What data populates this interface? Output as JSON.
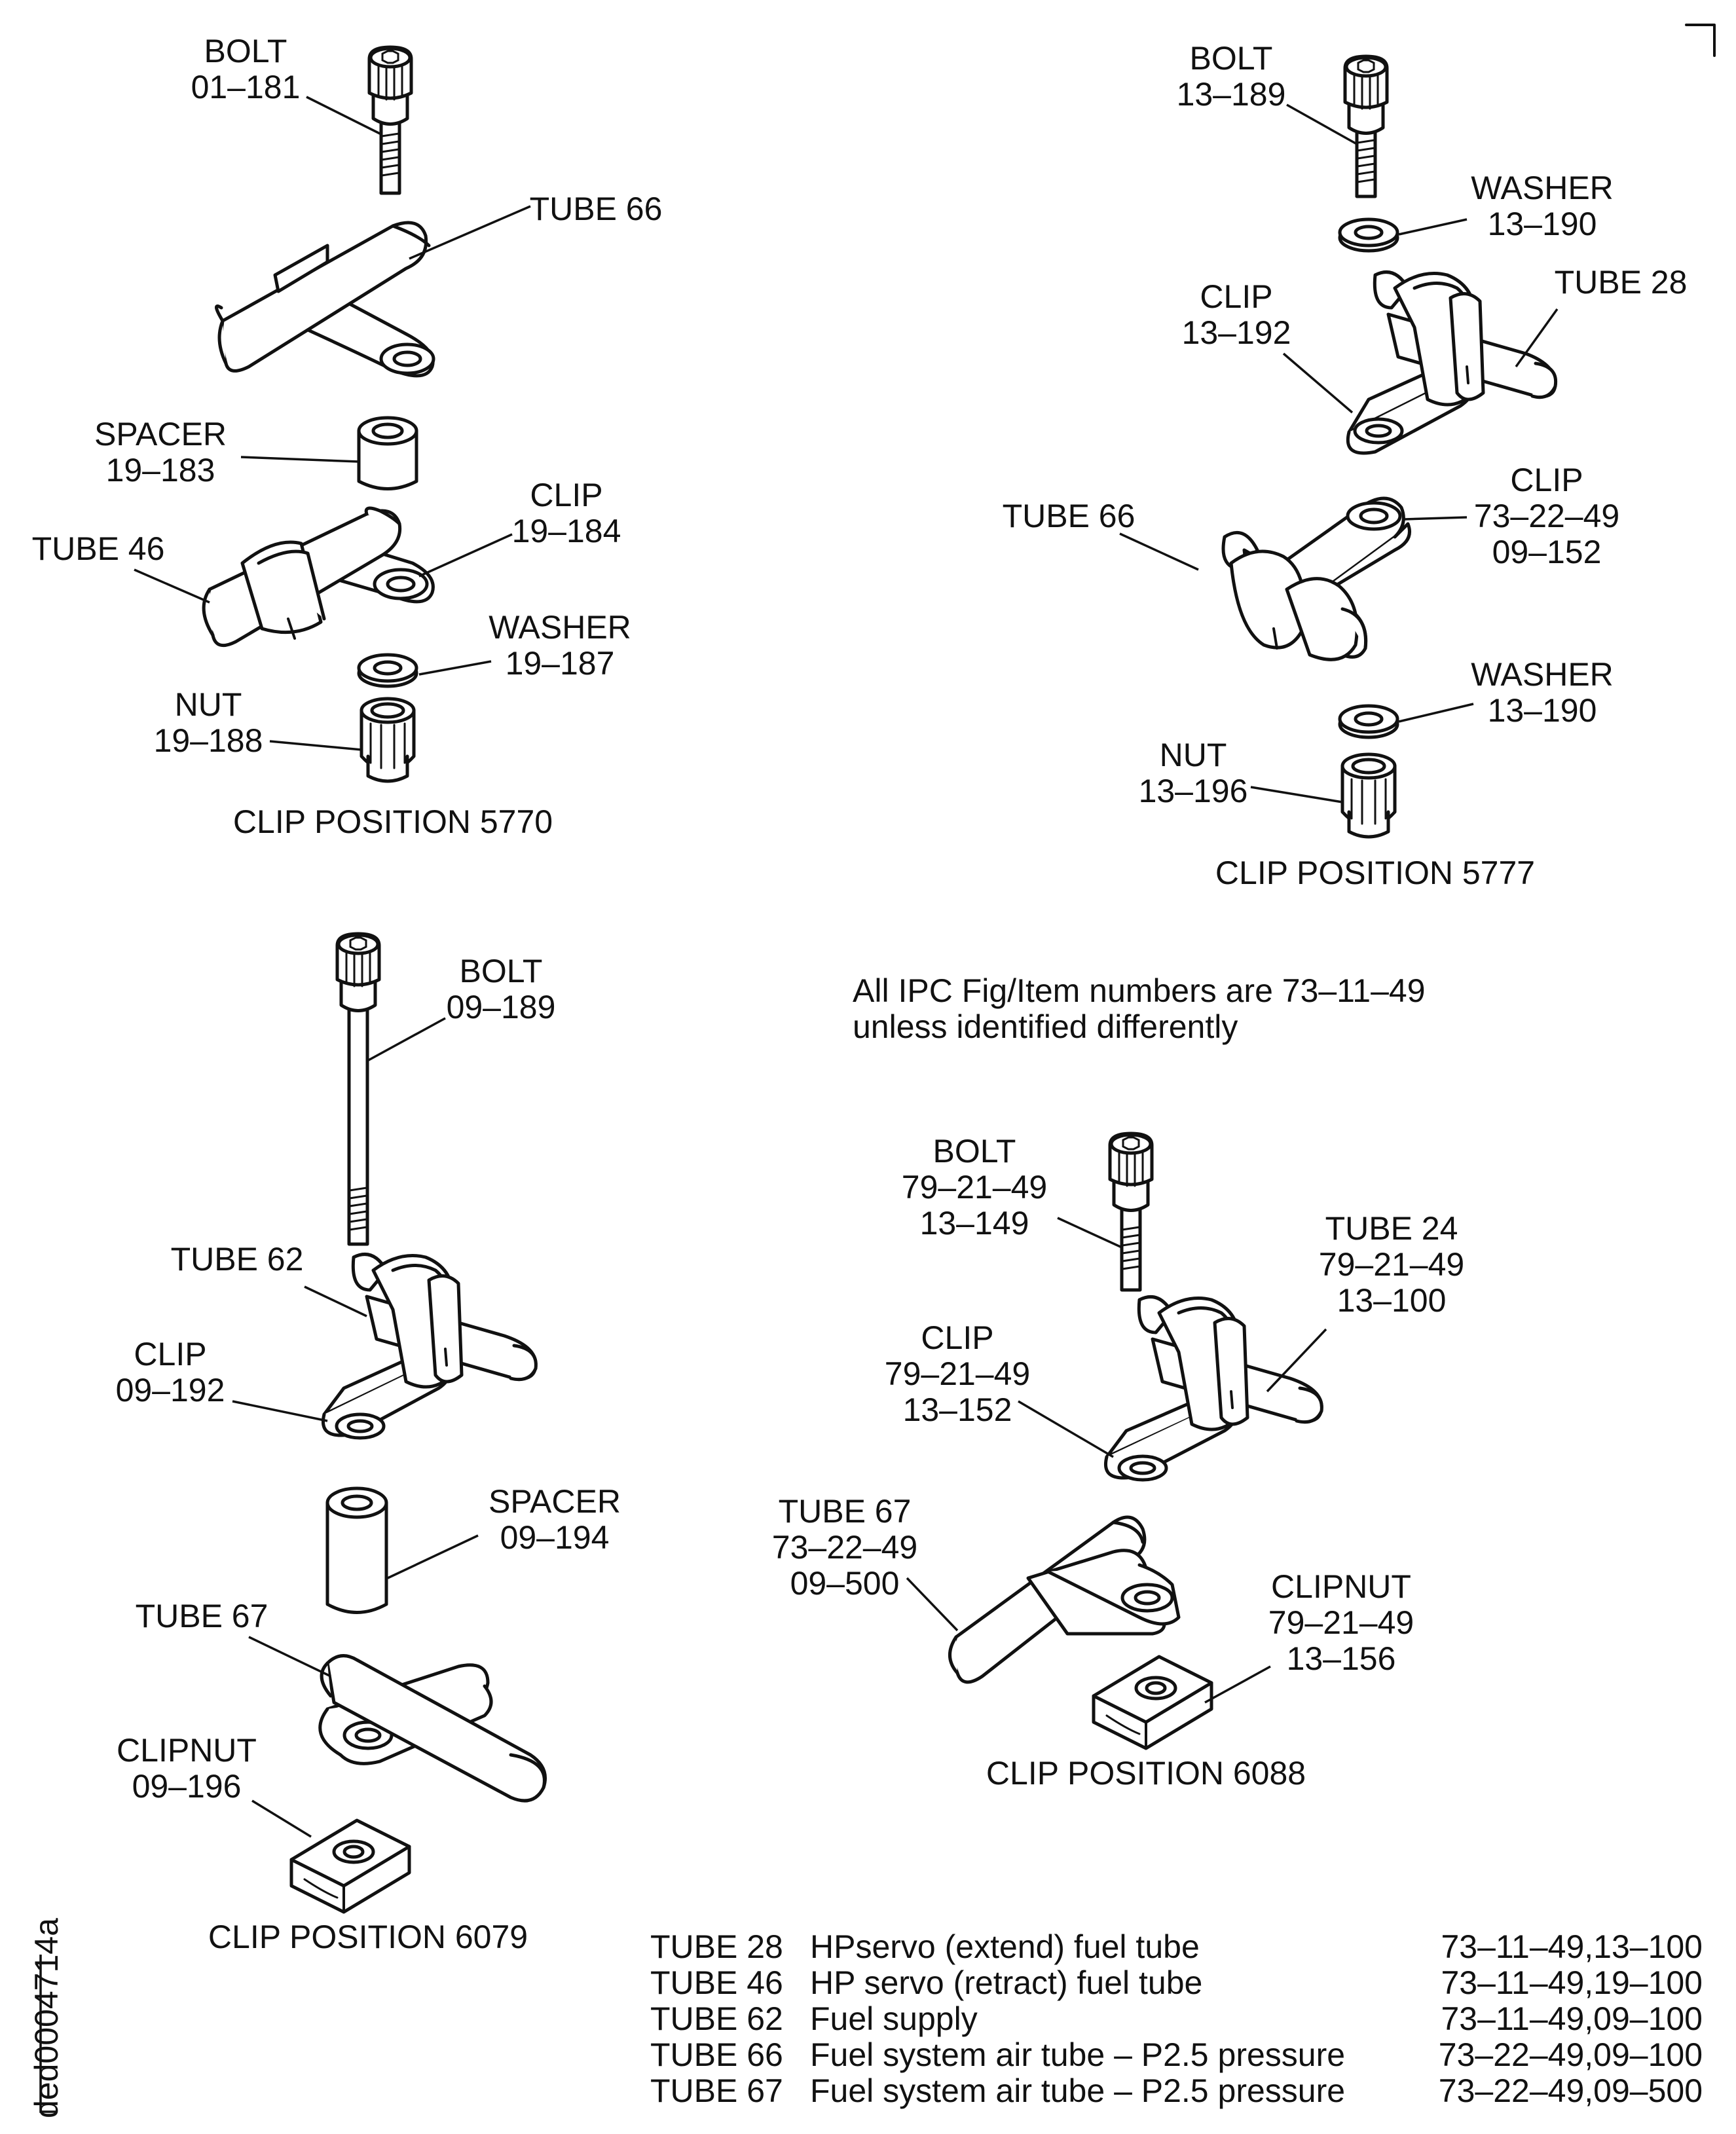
{
  "diagram": {
    "note": {
      "line1": "All IPC Fig/Item numbers are 73–11–49",
      "line2": "unless identified differently"
    },
    "doc_id": "ded0004714a",
    "groups": {
      "c5770": {
        "title": "CLIP POSITION 5770",
        "labels": {
          "bolt": [
            "BOLT",
            "01–181"
          ],
          "tube66": [
            "TUBE 66"
          ],
          "spacer": [
            "SPACER",
            "19–183"
          ],
          "clip": [
            "CLIP",
            "19–184"
          ],
          "tube46": [
            "TUBE 46"
          ],
          "washer": [
            "WASHER",
            "19–187"
          ],
          "nut": [
            "NUT",
            "19–188"
          ]
        }
      },
      "c5777": {
        "title": "CLIP POSITION 5777",
        "labels": {
          "bolt": [
            "BOLT",
            "13–189"
          ],
          "washer_top": [
            "WASHER",
            "13–190"
          ],
          "clip_top": [
            "CLIP",
            "13–192"
          ],
          "tube28": [
            "TUBE 28"
          ],
          "tube66": [
            "TUBE 66"
          ],
          "clip_mid": [
            "CLIP",
            "73–22–49",
            "09–152"
          ],
          "washer_bot": [
            "WASHER",
            "13–190"
          ],
          "nut": [
            "NUT",
            "13–196"
          ]
        }
      },
      "c6079": {
        "title": "CLIP POSITION 6079",
        "labels": {
          "bolt": [
            "BOLT",
            "09–189"
          ],
          "tube62": [
            "TUBE 62"
          ],
          "clip": [
            "CLIP",
            "09–192"
          ],
          "spacer": [
            "SPACER",
            "09–194"
          ],
          "tube67": [
            "TUBE 67"
          ],
          "clipnut": [
            "CLIPNUT",
            "09–196"
          ]
        }
      },
      "c6088": {
        "title": "CLIP POSITION 6088",
        "labels": {
          "bolt": [
            "BOLT",
            "79–21–49",
            "13–149"
          ],
          "tube24": [
            "TUBE 24",
            "79–21–49",
            "13–100"
          ],
          "clip": [
            "CLIP",
            "79–21–49",
            "13–152"
          ],
          "tube67": [
            "TUBE 67",
            "73–22–49",
            "09–500"
          ],
          "clipnut": [
            "CLIPNUT",
            "79–21–49",
            "13–156"
          ]
        }
      }
    },
    "legend": [
      {
        "tube": "TUBE 28",
        "description": "HPservo (extend) fuel tube",
        "ref": "73–11–49,13–100"
      },
      {
        "tube": "TUBE 46",
        "description": "HP servo (retract) fuel tube",
        "ref": "73–11–49,19–100"
      },
      {
        "tube": "TUBE 62",
        "description": "Fuel supply",
        "ref": "73–11–49,09–100"
      },
      {
        "tube": "TUBE 66",
        "description": "Fuel system air tube – P2.5 pressure",
        "ref": "73–22–49,09–100"
      },
      {
        "tube": "TUBE 67",
        "description": "Fuel system air tube – P2.5 pressure",
        "ref": "73–22–49,09–500"
      }
    ]
  }
}
